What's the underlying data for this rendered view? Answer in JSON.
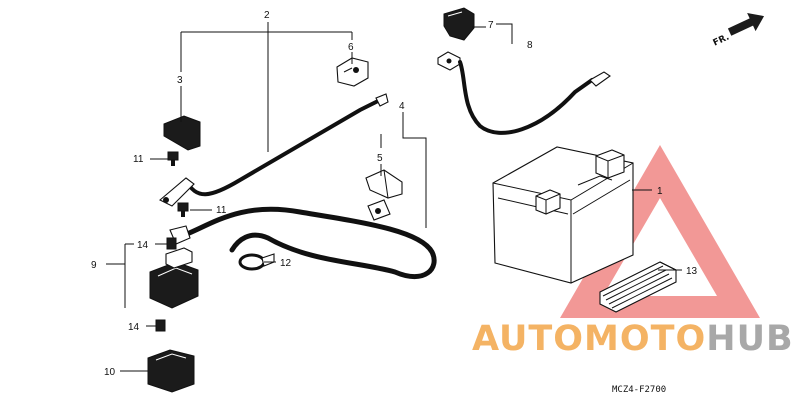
{
  "callouts": {
    "c1": "1",
    "c2": "2",
    "c3": "3",
    "c4": "4",
    "c5": "5",
    "c6": "6",
    "c7": "7",
    "c8": "8",
    "c9": "9",
    "c10": "10",
    "c11a": "11",
    "c11b": "11",
    "c12": "12",
    "c13": "13",
    "c14a": "14",
    "c14b": "14"
  },
  "front_label": "FR.",
  "diagram_code": "MCZ4-F2700",
  "watermark": {
    "part1": "AUTOMOTO",
    "part2": "HUB",
    "color_primary": "#f3a64a",
    "color_secondary": "#9a9a9a",
    "triangle_color": "#e5322d"
  }
}
